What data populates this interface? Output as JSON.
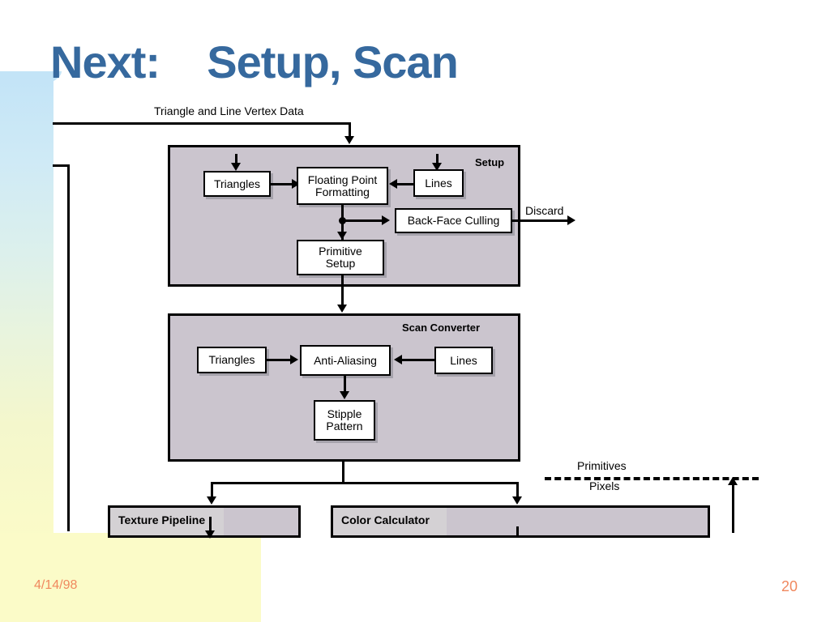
{
  "slide": {
    "title": "Next:    Setup, Scan",
    "title_color": "#36699e",
    "footer_date": "4/14/98",
    "page_number": "20",
    "footer_color": "#f0885e",
    "background": "#ffffff"
  },
  "palette": {
    "container_fill": "#cbc5ce",
    "bar_label_fill": "#d4d1d4",
    "node_fill": "#ffffff",
    "stroke": "#000000",
    "band_top": "#c3e4f7",
    "band_bottom": "#fbfbc8"
  },
  "diagram": {
    "type": "flowchart",
    "input_label": "Triangle and Line Vertex Data",
    "discard_label": "Discard",
    "boundary": {
      "above_label": "Primitives",
      "below_label": "Pixels",
      "style": "dashed"
    },
    "containers": [
      {
        "id": "setup",
        "label": "Setup",
        "nodes": [
          {
            "id": "setup-triangles",
            "label": "Triangles"
          },
          {
            "id": "floating-point-formatting",
            "label": "Floating Point\nFormatting",
            "line1": "Floating Point",
            "line2": "Formatting"
          },
          {
            "id": "setup-lines",
            "label": "Lines"
          },
          {
            "id": "back-face-culling",
            "label": "Back-Face Culling"
          },
          {
            "id": "primitive-setup",
            "label": "Primitive\nSetup",
            "line1": "Primitive",
            "line2": "Setup"
          }
        ]
      },
      {
        "id": "scan-converter",
        "label": "Scan Converter",
        "nodes": [
          {
            "id": "scan-triangles",
            "label": "Triangles"
          },
          {
            "id": "anti-aliasing",
            "label": "Anti-Aliasing"
          },
          {
            "id": "scan-lines",
            "label": "Lines"
          },
          {
            "id": "stipple-pattern",
            "label": "Stipple\nPattern",
            "line1": "Stipple",
            "line2": "Pattern"
          }
        ]
      }
    ],
    "bars": [
      {
        "id": "texture-pipeline",
        "label": "Texture Pipeline"
      },
      {
        "id": "color-calculator",
        "label": "Color Calculator"
      }
    ],
    "edges": [
      {
        "from": "input",
        "to": "setup",
        "label": "Triangle and Line Vertex Data"
      },
      {
        "from": "setup-triangles",
        "to": "floating-point-formatting",
        "label": ""
      },
      {
        "from": "setup-lines",
        "to": "floating-point-formatting",
        "label": ""
      },
      {
        "from": "floating-point-formatting",
        "to": "back-face-culling",
        "label": ""
      },
      {
        "from": "back-face-culling",
        "to": "discard",
        "label": "Discard"
      },
      {
        "from": "floating-point-formatting",
        "to": "primitive-setup",
        "label": ""
      },
      {
        "from": "primitive-setup",
        "to": "scan-converter",
        "label": ""
      },
      {
        "from": "scan-triangles",
        "to": "anti-aliasing",
        "label": ""
      },
      {
        "from": "scan-lines",
        "to": "anti-aliasing",
        "label": ""
      },
      {
        "from": "anti-aliasing",
        "to": "stipple-pattern",
        "label": ""
      },
      {
        "from": "scan-converter",
        "to": "texture-pipeline",
        "label": ""
      },
      {
        "from": "scan-converter",
        "to": "color-calculator",
        "label": ""
      }
    ]
  }
}
